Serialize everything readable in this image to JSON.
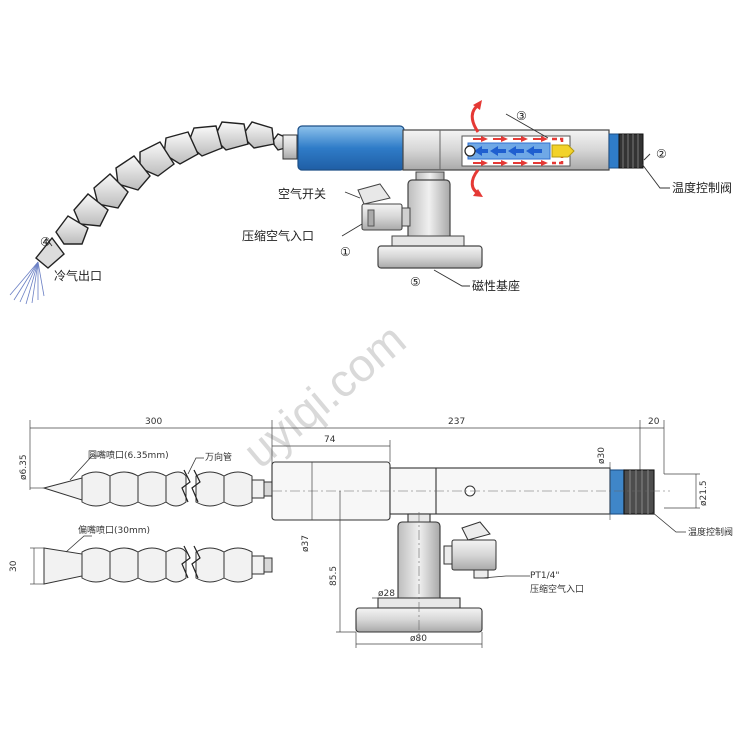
{
  "top_diagram": {
    "callouts": [
      {
        "num": "①",
        "label": "压缩空气入口"
      },
      {
        "num": "②",
        "label": "温度控制阀"
      },
      {
        "num": "③",
        "label": ""
      },
      {
        "num": "④",
        "label": "冷气出口"
      },
      {
        "num": "⑤",
        "label": "磁性基座"
      }
    ],
    "switch_label": "空气开关"
  },
  "drawing": {
    "dims": {
      "len_300": "300",
      "len_237": "237",
      "len_74": "74",
      "len_20": "20",
      "dia_635": "ø6.35",
      "dia_30": "ø30",
      "dia_37": "ø37",
      "dia_215": "ø21.5",
      "h_855": "85.5",
      "w_30": "30",
      "dia_28": "ø28",
      "dia_80": "ø80"
    },
    "labels": {
      "round_nozzle": "圆嘴喷口(6.35mm)",
      "flex_hose": "万向管",
      "flat_nozzle": "偏嘴喷口(30mm)",
      "thread": "PT1/4\"",
      "inlet": "压缩空气入口",
      "valve": "温度控制阀"
    }
  },
  "watermark": "uyiqi.com",
  "colors": {
    "blue": "#3f86c8",
    "hot": "#e53935",
    "cold": "#2f6fd0",
    "yellow": "#f2d22a"
  }
}
